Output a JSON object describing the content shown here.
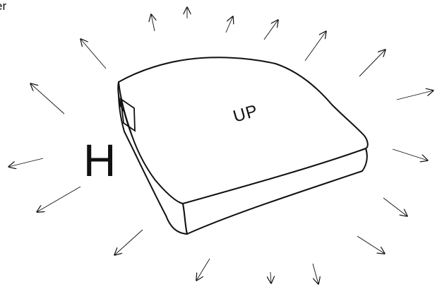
{
  "partial_caption": "er",
  "shape": {
    "top_label": "UP",
    "side_letter": "H"
  },
  "colors": {
    "ink": "#111111",
    "background": "#ffffff"
  }
}
